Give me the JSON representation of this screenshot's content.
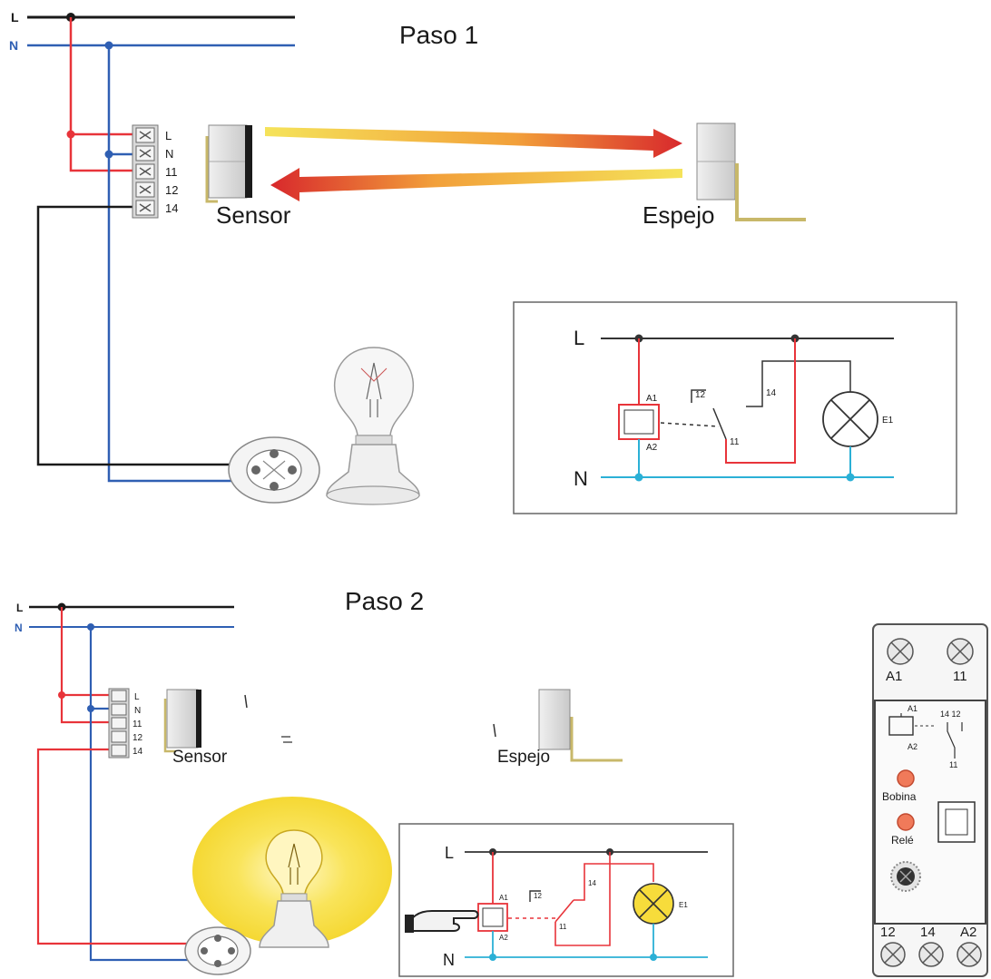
{
  "step1": {
    "title": "Paso 1",
    "line_l": "L",
    "line_n": "N",
    "terminals": [
      "L",
      "N",
      "11",
      "12",
      "14"
    ],
    "sensor_label": "Sensor",
    "mirror_label": "Espejo",
    "schematic": {
      "line_l": "L",
      "line_n": "N",
      "coil_top": "A1",
      "coil_bottom": "A2",
      "contact_12": "12",
      "contact_14": "14",
      "contact_11": "11",
      "lamp": "E1"
    }
  },
  "step2": {
    "title": "Paso 2",
    "line_l": "L",
    "line_n": "N",
    "terminals": [
      "L",
      "N",
      "11",
      "12",
      "14"
    ],
    "sensor_label": "Sensor",
    "mirror_label": "Espejo",
    "schematic": {
      "line_l": "L",
      "line_n": "N",
      "coil_top": "A1",
      "coil_bottom": "A2",
      "contact_12": "12",
      "contact_14": "14",
      "contact_11": "11",
      "lamp": "E1"
    }
  },
  "relay_module": {
    "top_terminals": [
      "A1",
      "11"
    ],
    "coil_top": "A1",
    "coil_bottom": "A2",
    "contacts_top": "14 12",
    "contact_common": "11",
    "led_coil": "Bobina",
    "led_relay": "Relé",
    "bottom_terminals": [
      "12",
      "14",
      "A2"
    ]
  },
  "colors": {
    "live": "#e8343a",
    "neutral": "#2f5fb3",
    "neutral_light": "#2bb0d6",
    "black": "#1a1a1a",
    "lamp_glow": "#f7dc3b"
  }
}
